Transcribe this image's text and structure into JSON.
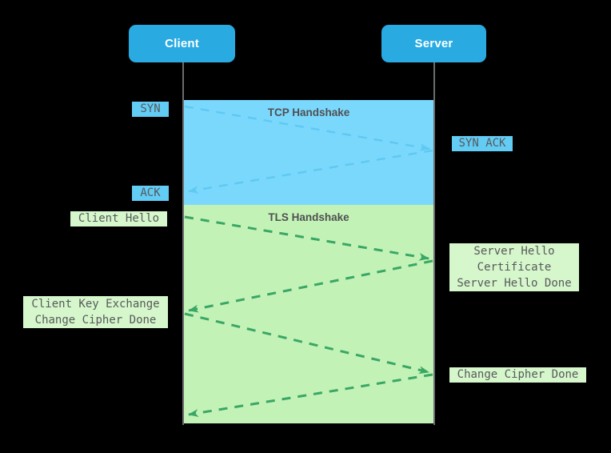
{
  "diagram": {
    "type": "sequence-diagram",
    "topic": "TCP and TLS handshake between client and server",
    "actors": {
      "client": "Client",
      "server": "Server"
    },
    "phases": {
      "tcp": {
        "title": "TCP Handshake"
      },
      "tls": {
        "title": "TLS Handshake"
      }
    },
    "messages": {
      "syn": "SYN",
      "syn_ack": "SYN ACK",
      "ack": "ACK",
      "client_hello": "Client Hello",
      "server_hello_lines": [
        "Server Hello",
        "Certificate",
        "Server Hello Done"
      ],
      "client_key_lines": [
        "Client Key Exchange",
        "Change Cipher Done"
      ],
      "change_cipher_done": "Change Cipher Done"
    },
    "colors": {
      "background": "#000000",
      "actor_fill": "#29abe2",
      "actor_text": "#ffffff",
      "tcp_region_fill": "#7bd8fd",
      "tcp_label_fill": "#62ccf5",
      "tcp_arrow": "#60c9f1",
      "tls_region_fill": "#c3f2b6",
      "tls_label_fill": "#d5f7cb",
      "tls_arrow": "#3aa765",
      "lifeline": "#6b6c6e",
      "label_text": "#58595b"
    }
  }
}
